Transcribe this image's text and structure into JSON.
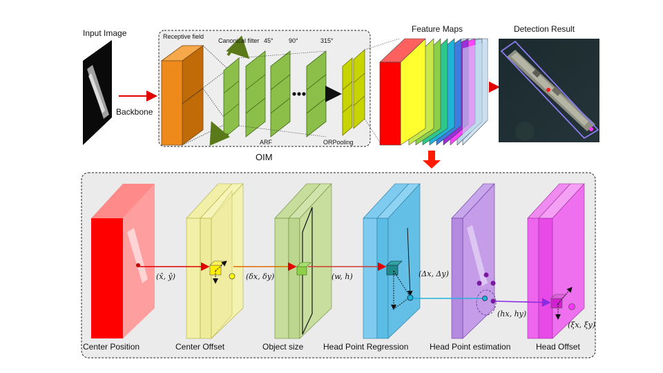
{
  "top": {
    "input_label": "Input Image",
    "backbone_label": "Backbone",
    "oim_label": "OIM",
    "receptive_field_label": "Receptive field",
    "canonical_filter_label": "Canonical filter",
    "angle_45": "45°",
    "angle_90": "90°",
    "angle_315": "315°",
    "arf_label": "ARF",
    "orpooling_label": "ORPooling",
    "feature_maps_label": "Feature Maps",
    "detection_label": "Detection Result"
  },
  "bottom": {
    "stages": [
      {
        "label": "Center Position"
      },
      {
        "label": "Center Offset"
      },
      {
        "label": "Object size"
      },
      {
        "label": "Head Point Regression"
      },
      {
        "label": "Head Point estimation"
      },
      {
        "label": "Head Offset"
      }
    ],
    "vars": {
      "center_hat": "(x̂, ŷ)",
      "delta": "(δx, δy)",
      "wh": "(w, h)",
      "Delta": "(Δx, Δy)",
      "h": "(hx, hy)",
      "xi": "(ξx, ξy)"
    }
  },
  "colors": {
    "red": "#ff0000",
    "orange": "#ee8a1c",
    "green": "#8cbf4a",
    "yellow_green": "#c8d400",
    "light_yellow": "#f2f0a8",
    "light_green": "#c6dd9c",
    "blue": "#5bbde6",
    "purple": "#b48ae0",
    "magenta": "#ee66ee"
  }
}
